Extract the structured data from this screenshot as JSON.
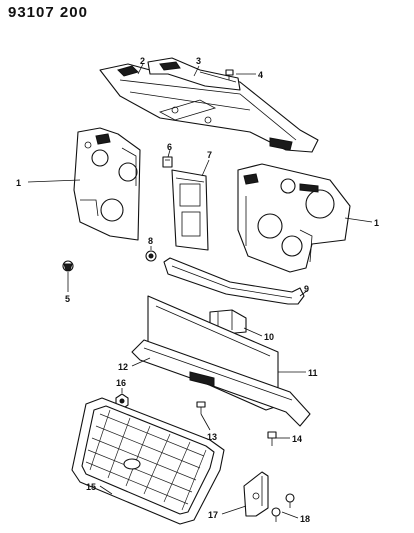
{
  "header": {
    "diagram_id": "93107 200"
  },
  "callouts": [
    {
      "num": "1"
    },
    {
      "num": "2"
    },
    {
      "num": "3"
    },
    {
      "num": "4"
    },
    {
      "num": "5"
    },
    {
      "num": "6"
    },
    {
      "num": "7"
    },
    {
      "num": "1"
    },
    {
      "num": "8"
    },
    {
      "num": "9"
    },
    {
      "num": "10"
    },
    {
      "num": "11"
    },
    {
      "num": "12"
    },
    {
      "num": "16"
    },
    {
      "num": "13"
    },
    {
      "num": "14"
    },
    {
      "num": "15"
    },
    {
      "num": "17"
    },
    {
      "num": "18"
    }
  ]
}
